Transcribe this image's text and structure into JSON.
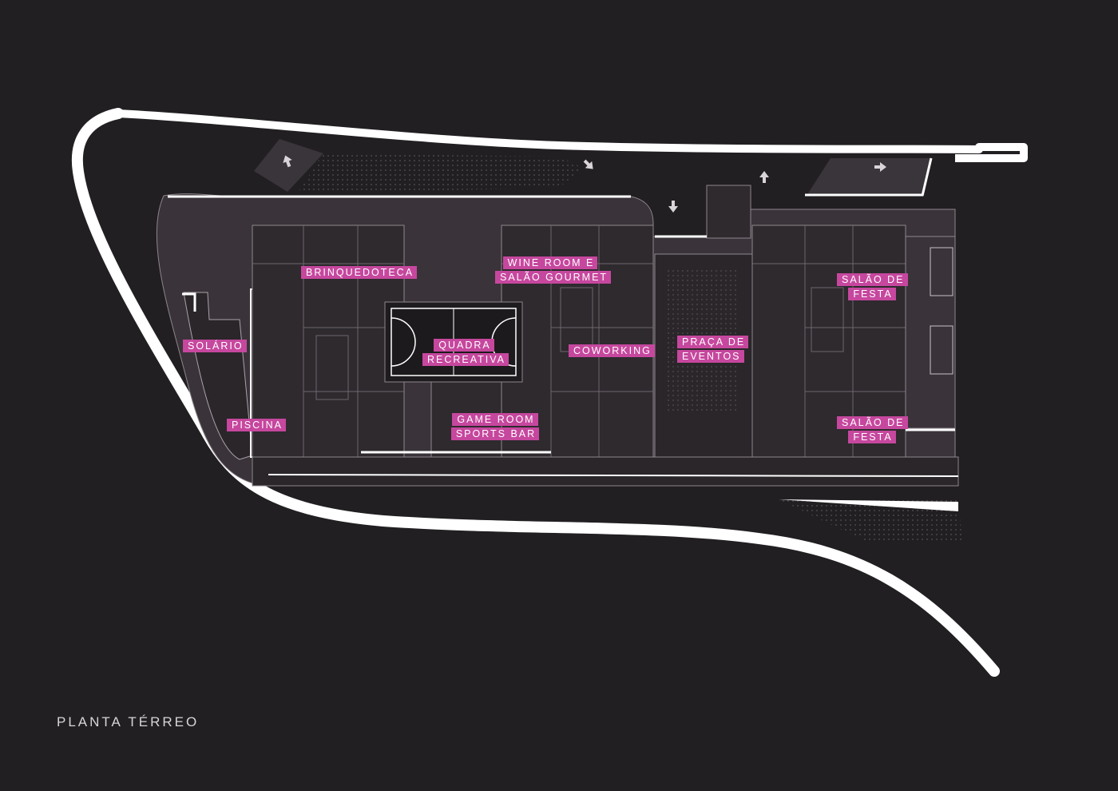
{
  "caption": "PLANTA TÉRREO",
  "colors": {
    "background": "#221f22",
    "outline": "#ffffff",
    "label": "#c6479e",
    "building_fill": "#2e2a2e",
    "plaza_fill": "#4a4249"
  },
  "labels": {
    "brinquedoteca": [
      "BRINQUEDOTECA"
    ],
    "wine_room": [
      "WINE ROOM E",
      "SALÃO GOURMET"
    ],
    "salao_festa_1": [
      "SALÃO DE",
      "FESTA"
    ],
    "solario": [
      "SOLÁRIO"
    ],
    "quadra": [
      "QUADRA",
      "RECREATIVA"
    ],
    "coworking": [
      "COWORKING"
    ],
    "praca": [
      "PRAÇA DE",
      "EVENTOS"
    ],
    "piscina": [
      "PISCINA"
    ],
    "game_room": [
      "GAME ROOM",
      "SPORTS BAR"
    ],
    "salao_festa_2": [
      "SALÃO DE",
      "FESTA"
    ]
  },
  "icons": {
    "arrows": [
      "arrow-icon",
      "arrow-icon",
      "arrow-icon",
      "arrow-icon",
      "arrow-icon"
    ]
  }
}
